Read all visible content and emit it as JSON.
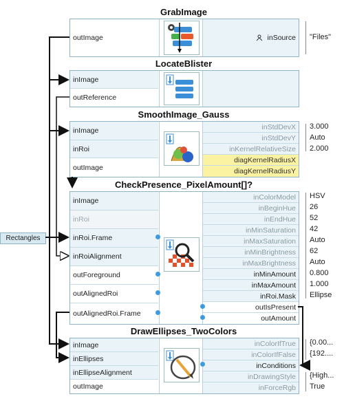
{
  "nodes": {
    "grab": {
      "title": "GrabImage",
      "out_image": "outImage",
      "in_source": "inSource",
      "in_source_value": "\"Files\""
    },
    "locate": {
      "title": "LocateBlister",
      "in_image": "inImage",
      "out_reference": "outReference"
    },
    "smooth": {
      "title": "SmoothImage_Gauss",
      "left": [
        "inImage",
        "inRoi",
        "outImage"
      ],
      "right": [
        {
          "label": "inStdDevX",
          "value": "3.000"
        },
        {
          "label": "inStdDevY",
          "value": "Auto"
        },
        {
          "label": "inKernelRelativeSize",
          "value": "2.000"
        },
        {
          "label": "diagKernelRadiusX",
          "value": ""
        },
        {
          "label": "diagKernelRadiusY",
          "value": ""
        }
      ]
    },
    "check": {
      "title": "CheckPresence_PixelAmount[]?",
      "left": [
        "inImage",
        "inRoi",
        "inRoi.Frame",
        "inRoiAlignment",
        "outForeground",
        "outAlignedRoi",
        "outAlignedRoi.Frame"
      ],
      "right": [
        {
          "label": "inColorModel",
          "value": "HSV"
        },
        {
          "label": "inBeginHue",
          "value": "26"
        },
        {
          "label": "inEndHue",
          "value": "52"
        },
        {
          "label": "inMinSaturation",
          "value": "42"
        },
        {
          "label": "inMaxSaturation",
          "value": "Auto"
        },
        {
          "label": "inMinBrightness",
          "value": "62"
        },
        {
          "label": "inMaxBrightness",
          "value": "Auto"
        },
        {
          "label": "inMinAmount",
          "value": "0.800"
        },
        {
          "label": "inMaxAmount",
          "value": "1.000"
        },
        {
          "label": "inRoi.Mask",
          "value": "Ellipse"
        },
        {
          "label": "outIsPresent",
          "value": ""
        },
        {
          "label": "outAmount",
          "value": ""
        }
      ]
    },
    "draw": {
      "title": "DrawEllipses_TwoColors",
      "left": [
        "inImage",
        "inEllipses",
        "inEllipseAlignment",
        "outImage"
      ],
      "right": [
        {
          "label": "inColorIfTrue",
          "value": "{0.00..."
        },
        {
          "label": "inColorIfFalse",
          "value": "{192...."
        },
        {
          "label": "inConditions",
          "value": ""
        },
        {
          "label": "inDrawingStyle",
          "value": "{High..."
        },
        {
          "label": "inForceRgb",
          "value": "True"
        }
      ]
    }
  },
  "external": {
    "rectangles": "Rectangles"
  },
  "colors": {
    "port_bg": "#eaf4f8",
    "border": "#8fb3c7",
    "highlight": "#fbf3a2",
    "connector": "#111111",
    "dot": "#3d9be0"
  }
}
